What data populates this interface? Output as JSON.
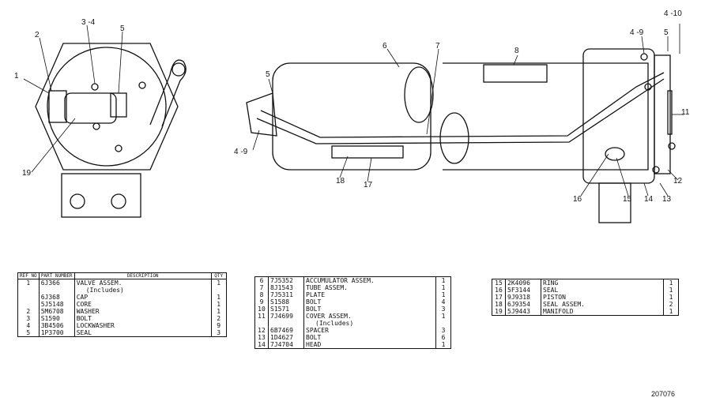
{
  "callouts": {
    "left": [
      "1",
      "2",
      "3 -4",
      "5",
      "19"
    ],
    "right": [
      "6",
      "7",
      "8",
      "5",
      "4 -9",
      "18",
      "17",
      "4 -9",
      "5",
      "4 -10",
      "11",
      "12",
      "13",
      "14",
      "15",
      "16"
    ]
  },
  "table_headers": {
    "ref": "REF NO",
    "part": "PART NUMBER",
    "description": "DESCRIPTION",
    "qty": "QTY"
  },
  "table1": [
    {
      "ref": "1",
      "part": "6J366",
      "desc": "VALVE ASSEM.",
      "qty": "1"
    },
    {
      "ref": "",
      "part": "",
      "desc": "(Includes)",
      "qty": ""
    },
    {
      "ref": "",
      "part": "6J368",
      "desc": "CAP",
      "qty": "1"
    },
    {
      "ref": "",
      "part": "5J5148",
      "desc": "CORE",
      "qty": "1"
    },
    {
      "ref": "2",
      "part": "5M6708",
      "desc": "WASHER",
      "qty": "1"
    },
    {
      "ref": "3",
      "part": "S1590",
      "desc": "BOLT",
      "qty": "2"
    },
    {
      "ref": "4",
      "part": "3B4506",
      "desc": "LOCKWASHER",
      "qty": "9"
    },
    {
      "ref": "5",
      "part": "1P3700",
      "desc": "SEAL",
      "qty": "3"
    }
  ],
  "table2": [
    {
      "ref": "6",
      "part": "7J5352",
      "desc": "ACCUMULATOR ASSEM.",
      "qty": "1"
    },
    {
      "ref": "7",
      "part": "8J1543",
      "desc": "TUBE ASSEM.",
      "qty": "1"
    },
    {
      "ref": "8",
      "part": "7J5311",
      "desc": "PLATE",
      "qty": "1"
    },
    {
      "ref": "9",
      "part": "S1588",
      "desc": "BOLT",
      "qty": "4"
    },
    {
      "ref": "10",
      "part": "S1571",
      "desc": "BOLT",
      "qty": "3"
    },
    {
      "ref": "11",
      "part": "7J4699",
      "desc": "COVER ASSEM.",
      "qty": "1"
    },
    {
      "ref": "",
      "part": "",
      "desc": "(Includes)",
      "qty": ""
    },
    {
      "ref": "12",
      "part": "6B7469",
      "desc": "SPACER",
      "qty": "3"
    },
    {
      "ref": "13",
      "part": "1D4627",
      "desc": "BOLT",
      "qty": "6"
    },
    {
      "ref": "14",
      "part": "7J4704",
      "desc": "HEAD",
      "qty": "1"
    }
  ],
  "table3": [
    {
      "ref": "15",
      "part": "2K4096",
      "desc": "RING",
      "qty": "1"
    },
    {
      "ref": "16",
      "part": "5F3144",
      "desc": "SEAL",
      "qty": "1"
    },
    {
      "ref": "17",
      "part": "9J9318",
      "desc": "PISTON",
      "qty": "1"
    },
    {
      "ref": "18",
      "part": "6J9354",
      "desc": "SEAL ASSEM.",
      "qty": "2"
    },
    {
      "ref": "19",
      "part": "5J9443",
      "desc": "MANIFOLD",
      "qty": "1"
    }
  ],
  "figure_number": "207076"
}
